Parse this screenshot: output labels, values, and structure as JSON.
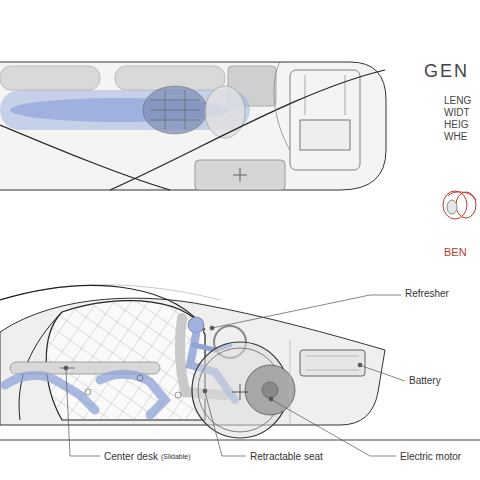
{
  "diagram": {
    "title": "GEN",
    "labels": [
      "LENG",
      "WIDT",
      "HEIG",
      "WHE",
      "BEN",
      "Refresher",
      "Battery",
      "Center desk",
      "(Slidable)",
      "Retractable seat",
      "Electric motor"
    ]
  }
}
